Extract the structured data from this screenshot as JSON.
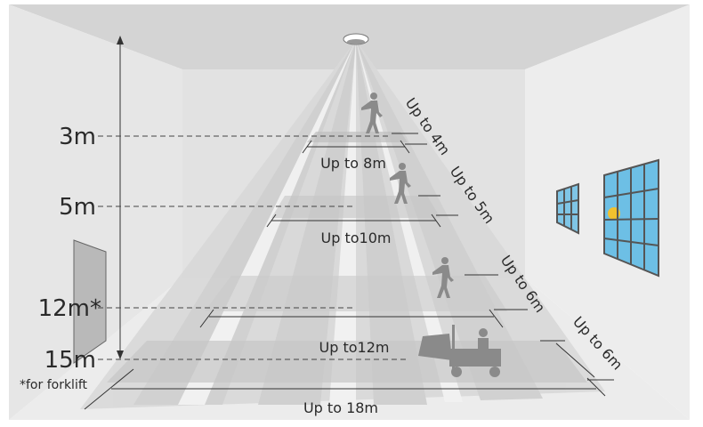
{
  "heights": [
    {
      "label": "3m"
    },
    {
      "label": "5m"
    },
    {
      "label": "12m*"
    },
    {
      "label": "15m"
    }
  ],
  "footnote": "*for forklift",
  "diameters": [
    {
      "label": "Up to 8m"
    },
    {
      "label": "Up to10m"
    },
    {
      "label": "Up to12m"
    },
    {
      "label": "Up to 18m"
    }
  ],
  "side_ranges": [
    {
      "label": "Up to 4m"
    },
    {
      "label": "Up to 5m"
    },
    {
      "label": "Up to 6m"
    },
    {
      "label": "Up to 6m"
    }
  ],
  "colors": {
    "ceiling": "#d4d4d4",
    "wall": "#e9e9e9",
    "figure": "#8a8a8a",
    "window_sky": "#4fb3dd",
    "sun": "#f2c12e"
  },
  "icons": [
    "ceiling-sensor-icon",
    "person-walking-icon",
    "forklift-icon",
    "door-icon",
    "window-icon"
  ]
}
